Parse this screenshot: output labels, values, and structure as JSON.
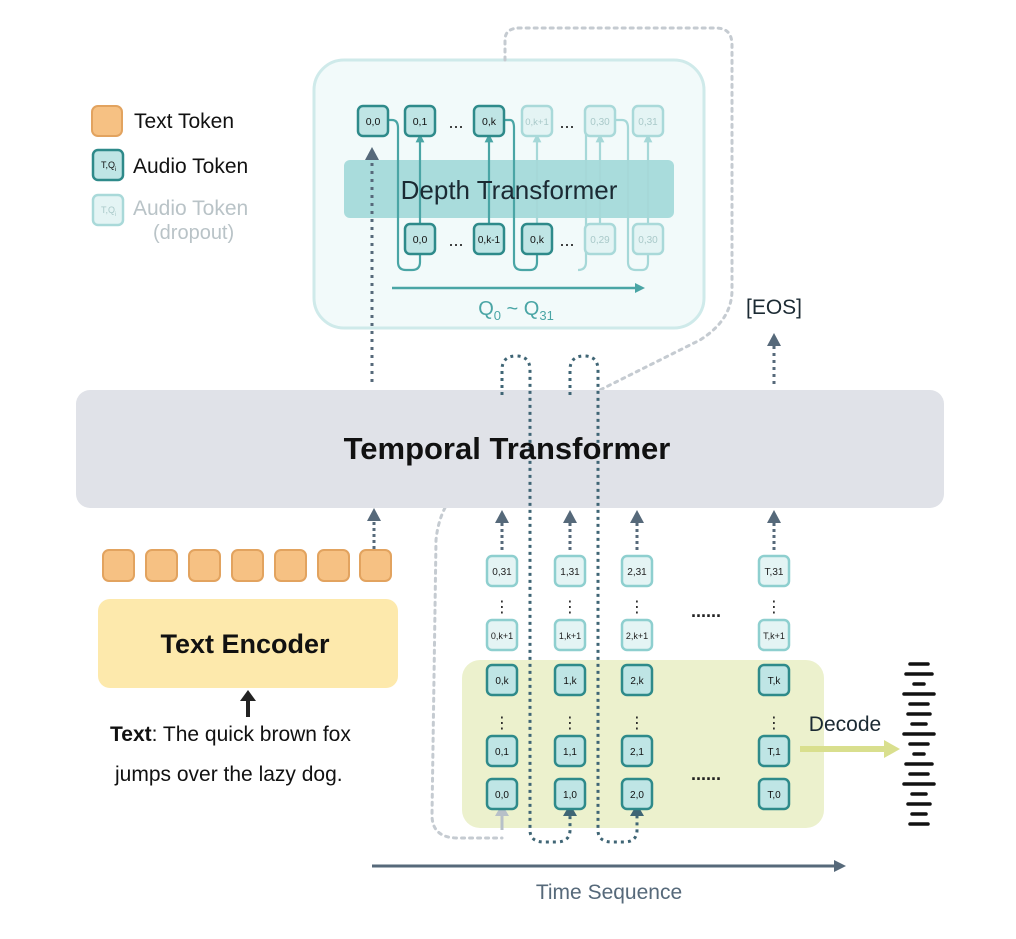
{
  "legend": {
    "text_token": "Text Token",
    "audio_token": "Audio Token",
    "audio_token_icon": "T,Q",
    "audio_token_icon_sub": "i",
    "audio_token_dropout_line1": "Audio Token",
    "audio_token_dropout_line2": "(dropout)"
  },
  "depth_transformer": {
    "title": "Depth Transformer",
    "top_tokens": [
      "0,0",
      "0,1",
      "...",
      "0,k",
      "0,k+1",
      "...",
      "0,30",
      "0,31"
    ],
    "bottom_tokens": [
      "0,0",
      "...",
      "0,k-1",
      "0,k",
      "...",
      "0,29",
      "0,30"
    ],
    "q_range": {
      "q0": "Q",
      "q0_sub": "0",
      "tilde": " ~ ",
      "q31": "Q",
      "q31_sub": "31"
    }
  },
  "eos_label": "[EOS]",
  "temporal_transformer": {
    "title": "Temporal Transformer"
  },
  "text_encoder": {
    "title": "Text Encoder",
    "caption_bold": "Text",
    "caption_rest": ": The quick brown fox",
    "caption_line2": "jumps over the lazy dog."
  },
  "audio_grid": {
    "columns": [
      {
        "top": "0,31",
        "mid": "0,k+1",
        "k": "0,k",
        "q1": "0,1",
        "q0": "0,0"
      },
      {
        "top": "1,31",
        "mid": "1,k+1",
        "k": "1,k",
        "q1": "1,1",
        "q0": "1,0"
      },
      {
        "top": "2,31",
        "mid": "2,k+1",
        "k": "2,k",
        "q1": "2,1",
        "q0": "2,0"
      },
      {
        "top": "T,31",
        "mid": "T,k+1",
        "k": "T,k",
        "q1": "T,1",
        "q0": "T,0"
      }
    ],
    "vdots": "⋮",
    "hdots": "......"
  },
  "decode_label": "Decode",
  "time_axis_label": "Time Sequence",
  "colors": {
    "teal_border": "#2e8a8a",
    "teal_fill": "#bfe5e5",
    "teal_light_fill": "#e4f4f4",
    "teal_dropout": "#a9d9d9",
    "orange_fill": "#f6c183",
    "orange_border": "#e2a35f",
    "temporal_bg": "#e0e2e8",
    "encoder_bg": "#fde9ac",
    "decode_region": "#ecf1cd",
    "slate_arrow": "#56697a"
  }
}
